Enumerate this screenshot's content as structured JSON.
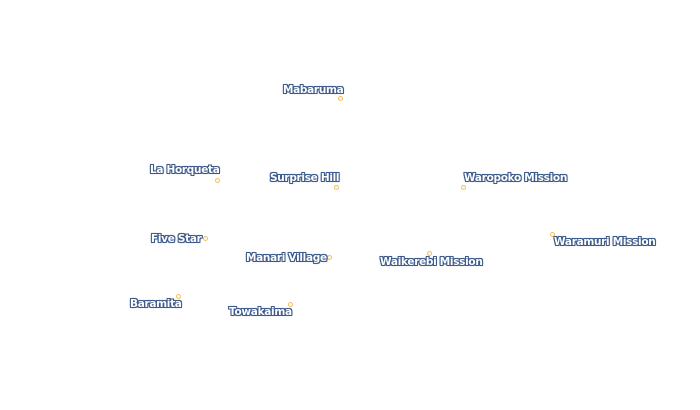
{
  "map": {
    "places": [
      {
        "id": "mabaruma",
        "name": "Mabaruma"
      },
      {
        "id": "la-horqueta",
        "name": "La Horqueta"
      },
      {
        "id": "surprise-hill",
        "name": "Surprise Hill"
      },
      {
        "id": "waropoko-mission",
        "name": "Waropoko Mission"
      },
      {
        "id": "five-star",
        "name": "Five Star"
      },
      {
        "id": "waramuri-mission",
        "name": "Waramuri Mission"
      },
      {
        "id": "manari-village",
        "name": "Manari Village"
      },
      {
        "id": "waikerebi-mission",
        "name": "Waikerebi Mission"
      },
      {
        "id": "baramita",
        "name": "Baramita"
      },
      {
        "id": "towakaima",
        "name": "Towakaima"
      }
    ],
    "colors": {
      "marker_stroke": "#f2c05c",
      "label_halo": "#3d5a8a",
      "label_fill": "#ffffff",
      "background": "#ffffff"
    }
  }
}
